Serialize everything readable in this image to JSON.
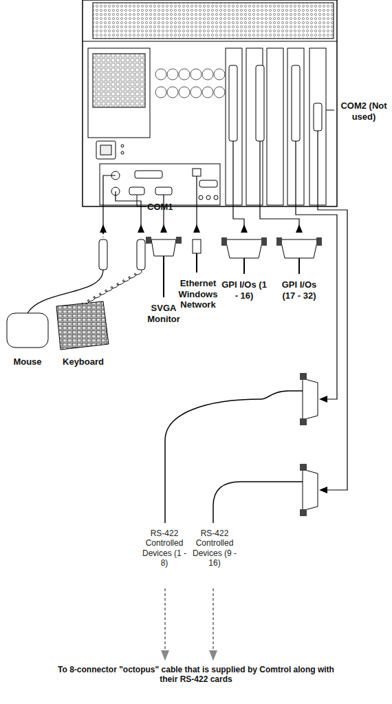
{
  "diagram": {
    "labels": [
      "COM2 (Not used)",
      "COM1",
      "Mouse",
      "Keyboard",
      "SVGA Monitor",
      "Ethernet Windows Network",
      "GPI I/Os (1 - 16)",
      "GPI I/Os (17 - 32)",
      "RS-422 Controlled Devices (1 - 8)",
      "RS-422 Controlled Devices (9 - 16)",
      "To 8-connector \"octopus\" cable that is supplied by Comtrol along with their RS-422 cards"
    ]
  }
}
